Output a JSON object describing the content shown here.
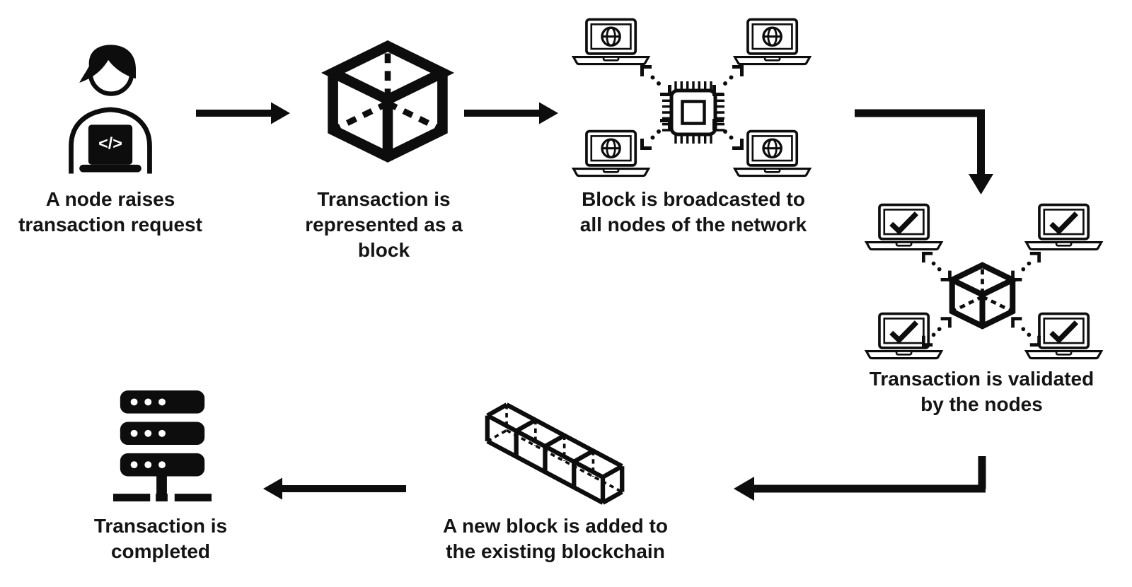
{
  "diagram": {
    "background": "#ffffff",
    "ink_color": "#0d0d0d",
    "text_color": "#141414",
    "code_glyph": "</>",
    "steps": [
      {
        "id": 1,
        "icon": "person-coding-icon",
        "label": "A node raises\ntransaction request"
      },
      {
        "id": 2,
        "icon": "block-cube-icon",
        "label": "Transaction is\nrepresented as a block"
      },
      {
        "id": 3,
        "icon": "broadcast-network-icon",
        "label": "Block is broadcasted to\nall nodes of the network"
      },
      {
        "id": 4,
        "icon": "validation-network-icon",
        "label": "Transaction is validated\nby the nodes"
      },
      {
        "id": 5,
        "icon": "blockchain-chain-icon",
        "label": "A new block is added to\nthe existing blockchain"
      },
      {
        "id": 6,
        "icon": "server-icon",
        "label": "Transaction is\ncompleted"
      }
    ],
    "laptop_screen_symbols": {
      "broadcast_step": "globe",
      "validation_step": "checkmark"
    }
  }
}
